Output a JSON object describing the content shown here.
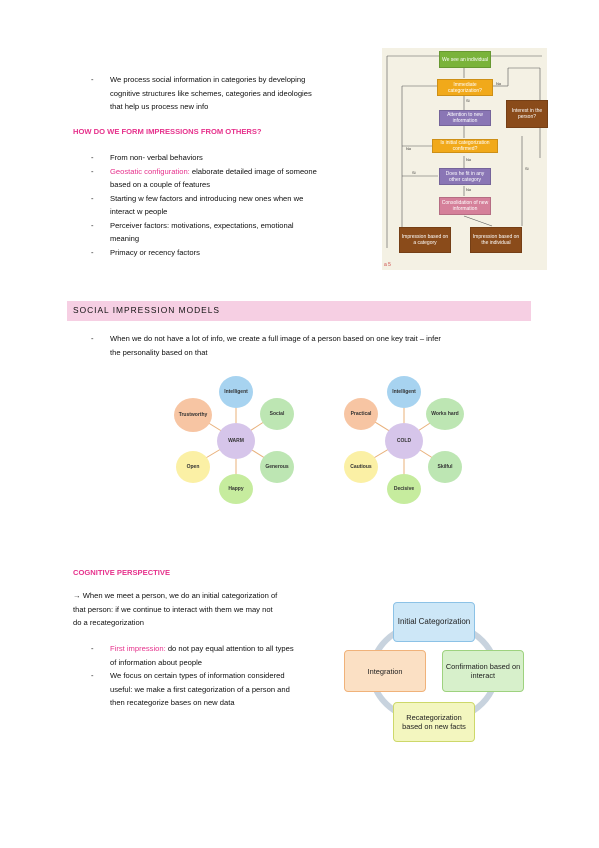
{
  "intro": {
    "bullet": [
      "We process social information in categories by developing",
      "cognitive structures like schemes, categories and ideologies",
      "that help us process new info"
    ]
  },
  "section1": {
    "heading": "HOW DO WE FORM IMPRESSIONS FROM OTHERS?",
    "b1": "From non- verbal behaviors",
    "b2_label": "Geostatic configuration:",
    "b2_rest": " elaborate detailed image of someone",
    "b2_line2": "based on a couple of features",
    "b3_l1": "Starting w few factors and introducing new ones when we",
    "b3_l2": "interact w people",
    "b4_l1": "Perceiver factors: motivations, expectations, emotional",
    "b4_l2": "meaning",
    "b5": "Primacy or recency factors"
  },
  "flowchart": {
    "n1": "We see an individual",
    "n2": "Immediate categorization?",
    "n3": "Attention to new information",
    "n4": "Is initial categorization confirmed?",
    "n5": "Does he fit in any other category",
    "n6": "Consolidation of new information",
    "n7": "Impression based on a category",
    "n8": "Impression based on the individual",
    "n9": "Interest in the person?",
    "lbl_si": "Si",
    "lbl_no": "No",
    "lbl_no2": "No",
    "lbl_no3": "No",
    "lbl_no4": "No",
    "lbl_si2": "Si",
    "lbl_si3": "Si",
    "corner": "a 5"
  },
  "section2": {
    "heading": "SOCIAL IMPRESSION MODELS",
    "b1_l1": "When we do not have a lot of info, we create a full image of a person based on one key trait – infer",
    "b1_l2": "the personality based on that"
  },
  "warm": {
    "center": "WARM",
    "top": "Intelligent",
    "upper_right": "Social",
    "lower_right": "Generous",
    "bottom": "Happy",
    "lower_left": "Open",
    "upper_left": "Trustworthy"
  },
  "cold": {
    "center": "COLD",
    "top": "Intelligent",
    "upper_right": "Works hard",
    "lower_right": "Skilful",
    "bottom": "Decisive",
    "lower_left": "Cautious",
    "upper_left": "Practical"
  },
  "section3": {
    "heading": "COGNITIVE PERSPECTIVE",
    "arrow": "→",
    "p_l1": " When we meet a person, we do an initial categorization of",
    "p_l2": "that person: if we continue to interact with them we may not",
    "p_l3": "do a recategorization",
    "b1_label": "First impression:",
    "b1_rest": " do not pay equal attention to all types",
    "b1_l2": "of information about people",
    "b2_l1": "We focus on certain types of information considered",
    "b2_l2": "useful: we make a first categorization of a person and",
    "b2_l3": "then recategorize bases on new data"
  },
  "cycle": {
    "top": "Initial Categorization",
    "right": "Confirmation based on interact",
    "bottom": "Recategorization based on new facts",
    "left": "Integration"
  },
  "colors": {
    "pink": "#e6328c",
    "band": "#f6cfe3"
  }
}
